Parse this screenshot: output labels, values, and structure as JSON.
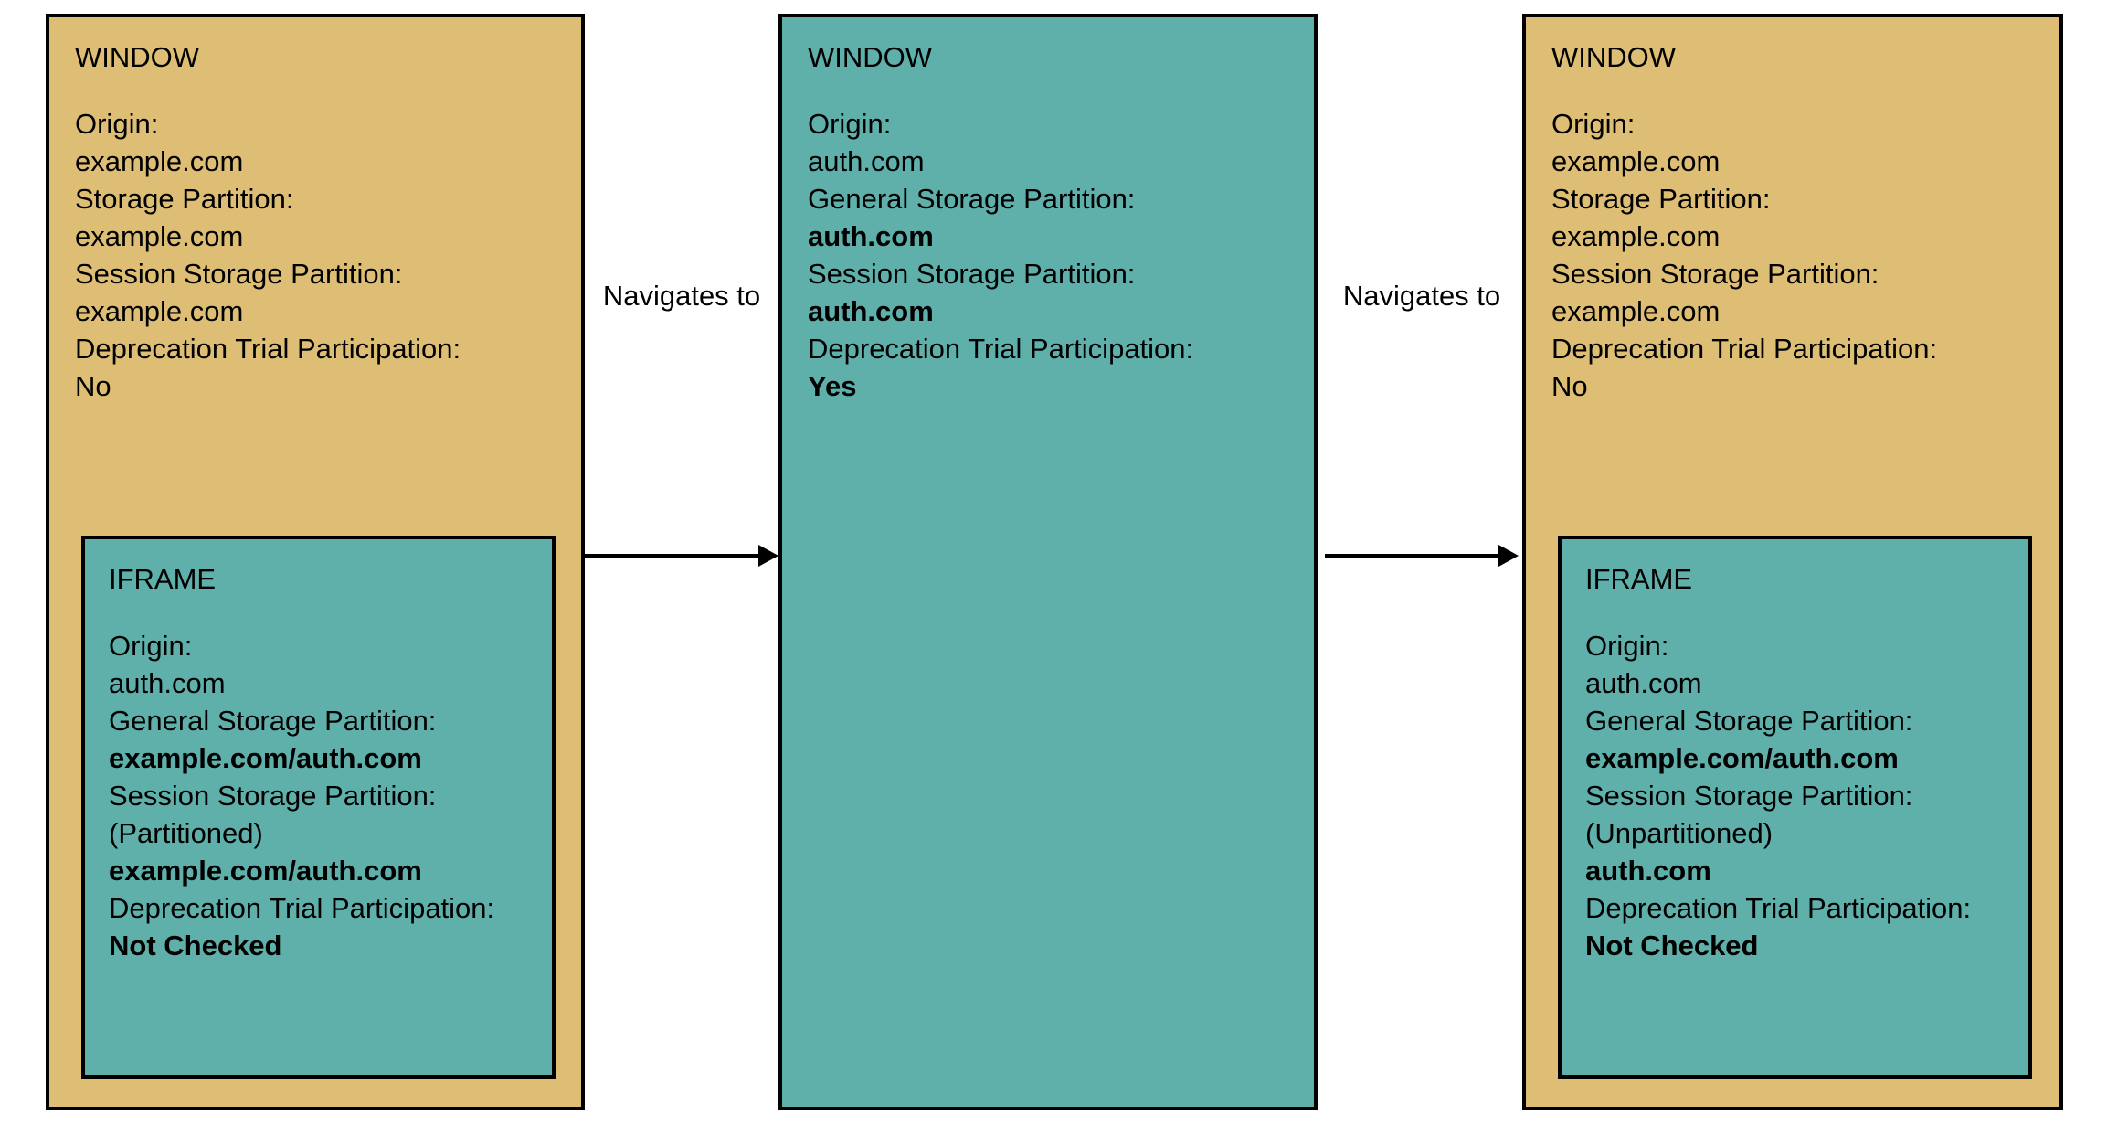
{
  "diagram": {
    "colors": {
      "window_tan": "#ddbe74",
      "iframe_teal": "#5fb0ab",
      "border": "#000000",
      "background": "#ffffff"
    },
    "panels": [
      {
        "id": "panel-1",
        "container_title": "WINDOW",
        "container_color": "tan",
        "fields": [
          {
            "label": "Origin:",
            "value": "example.com",
            "bold": false
          },
          {
            "label": "Storage Partition:",
            "value": "example.com",
            "bold": false
          },
          {
            "label": "Session Storage Partition:",
            "value": "example.com",
            "bold": false
          },
          {
            "label": "Deprecation Trial Participation:",
            "value": "No",
            "bold": false
          }
        ],
        "child": {
          "title": "IFRAME",
          "fields": [
            {
              "label": "Origin:",
              "value": "auth.com",
              "bold": false
            },
            {
              "label": "General Storage Partition:",
              "value": "example.com/auth.com",
              "bold": true
            },
            {
              "label": "Session Storage Partition:",
              "sub": "(Partitioned)",
              "value": "example.com/auth.com",
              "bold": true
            },
            {
              "label": "Deprecation Trial Participation:",
              "value": "Not Checked",
              "bold": true
            }
          ]
        }
      },
      {
        "id": "panel-2",
        "container_title": "WINDOW",
        "container_color": "teal",
        "fields": [
          {
            "label": "Origin:",
            "value": "auth.com",
            "bold": false
          },
          {
            "label": "General Storage Partition:",
            "value": "auth.com",
            "bold": true
          },
          {
            "label": "Session Storage Partition:",
            "value": "auth.com",
            "bold": true
          },
          {
            "label": "Deprecation Trial Participation:",
            "value": "Yes",
            "bold": true
          }
        ],
        "child": null
      },
      {
        "id": "panel-3",
        "container_title": "WINDOW",
        "container_color": "tan",
        "fields": [
          {
            "label": "Origin:",
            "value": "example.com",
            "bold": false
          },
          {
            "label": "Storage Partition:",
            "value": "example.com",
            "bold": false
          },
          {
            "label": "Session Storage Partition:",
            "value": "example.com",
            "bold": false
          },
          {
            "label": "Deprecation Trial Participation:",
            "value": "No",
            "bold": false
          }
        ],
        "child": {
          "title": "IFRAME",
          "fields": [
            {
              "label": "Origin:",
              "value": "auth.com",
              "bold": false
            },
            {
              "label": "General Storage Partition:",
              "value": "example.com/auth.com",
              "bold": true
            },
            {
              "label": "Session Storage Partition:",
              "sub": "(Unpartitioned)",
              "value": "auth.com",
              "bold": true
            },
            {
              "label": "Deprecation Trial Participation:",
              "value": "Not Checked",
              "bold": true
            }
          ]
        }
      }
    ],
    "arrows": [
      {
        "id": "arrow-1",
        "label": "Navigates to"
      },
      {
        "id": "arrow-2",
        "label": "Navigates to"
      }
    ]
  }
}
